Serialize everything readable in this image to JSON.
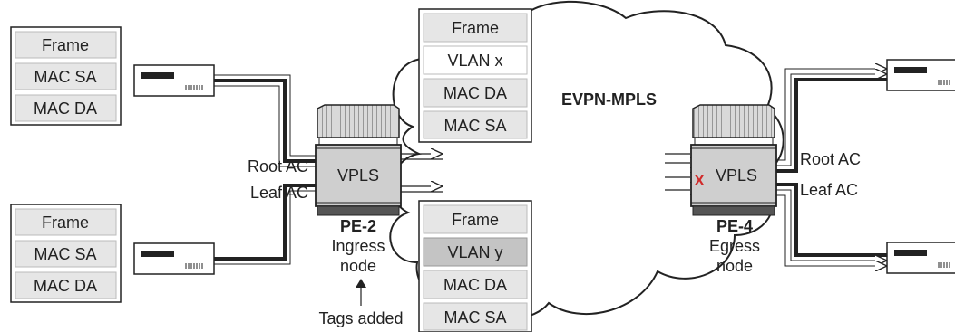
{
  "cloud_label": "EVPN-MPLS",
  "stacks": {
    "left_top": [
      "Frame",
      "MAC SA",
      "MAC DA"
    ],
    "left_bottom": [
      "Frame",
      "MAC SA",
      "MAC DA"
    ],
    "center_top": [
      "Frame",
      "VLAN x",
      "MAC DA",
      "MAC SA"
    ],
    "center_bottom": [
      "Frame",
      "VLAN y",
      "MAC DA",
      "MAC SA"
    ]
  },
  "pe2": {
    "box_label": "VPLS",
    "root_ac": "Root AC",
    "leaf_ac": "Leaf AC",
    "name": "PE-2",
    "role_line1": "Ingress",
    "role_line2": "node",
    "annotation": "Tags added"
  },
  "pe4": {
    "box_label": "VPLS",
    "root_ac": "Root AC",
    "leaf_ac": "Leaf AC",
    "name": "PE-4",
    "role_line1": "Egress",
    "role_line2": "node",
    "block_mark": "X"
  },
  "colors": {
    "cell_fill": "#e6e6e6",
    "cell_highlight": "#c4c4c4",
    "router_body": "#cfcfcf",
    "line": "#222222",
    "block_mark": "#d12a2a"
  }
}
